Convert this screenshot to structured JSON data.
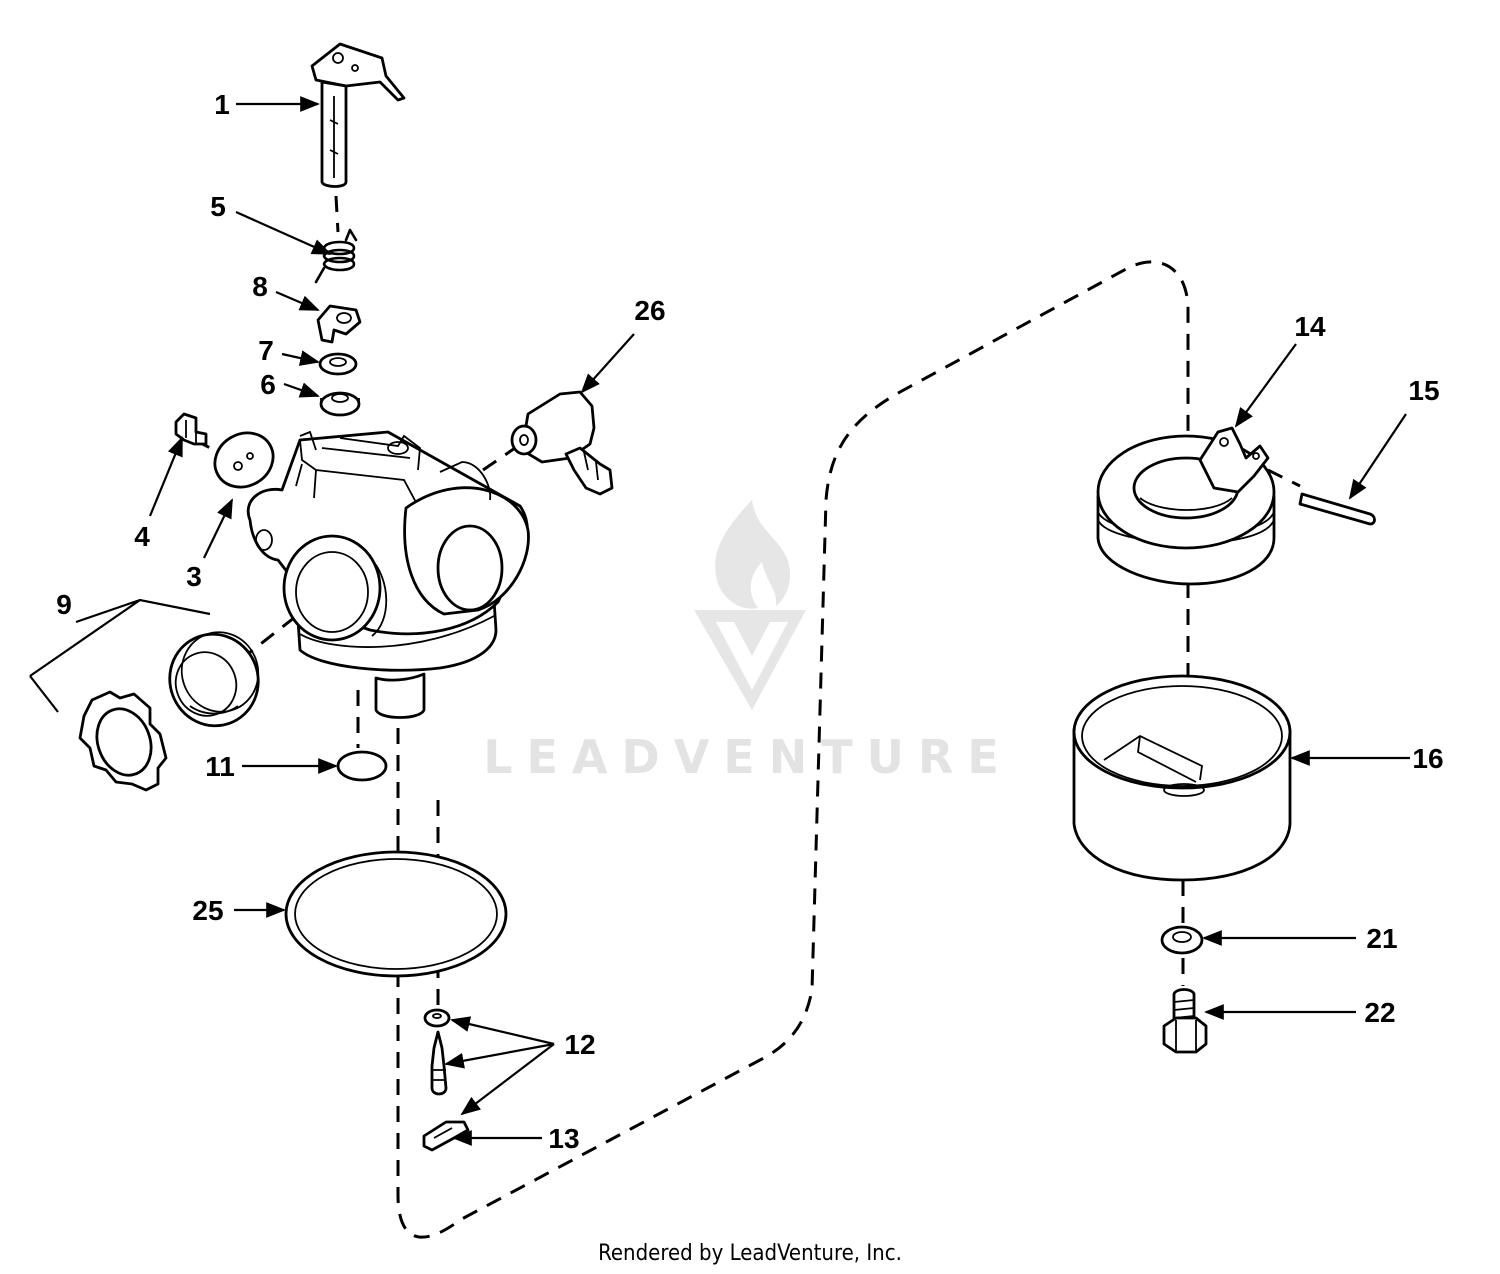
{
  "watermark": {
    "brand": "LEADVENTURE"
  },
  "credit": "Rendered by LeadVenture, Inc.",
  "callouts": {
    "c1": "1",
    "c3": "3",
    "c4": "4",
    "c5": "5",
    "c6": "6",
    "c7": "7",
    "c8": "8",
    "c9": "9",
    "c11": "11",
    "c12": "12",
    "c13": "13",
    "c14": "14",
    "c15": "15",
    "c16": "16",
    "c21": "21",
    "c22": "22",
    "c25": "25",
    "c26": "26"
  },
  "colors": {
    "ink": "#000000",
    "background": "#ffffff",
    "watermark": "#e3e3e3"
  }
}
